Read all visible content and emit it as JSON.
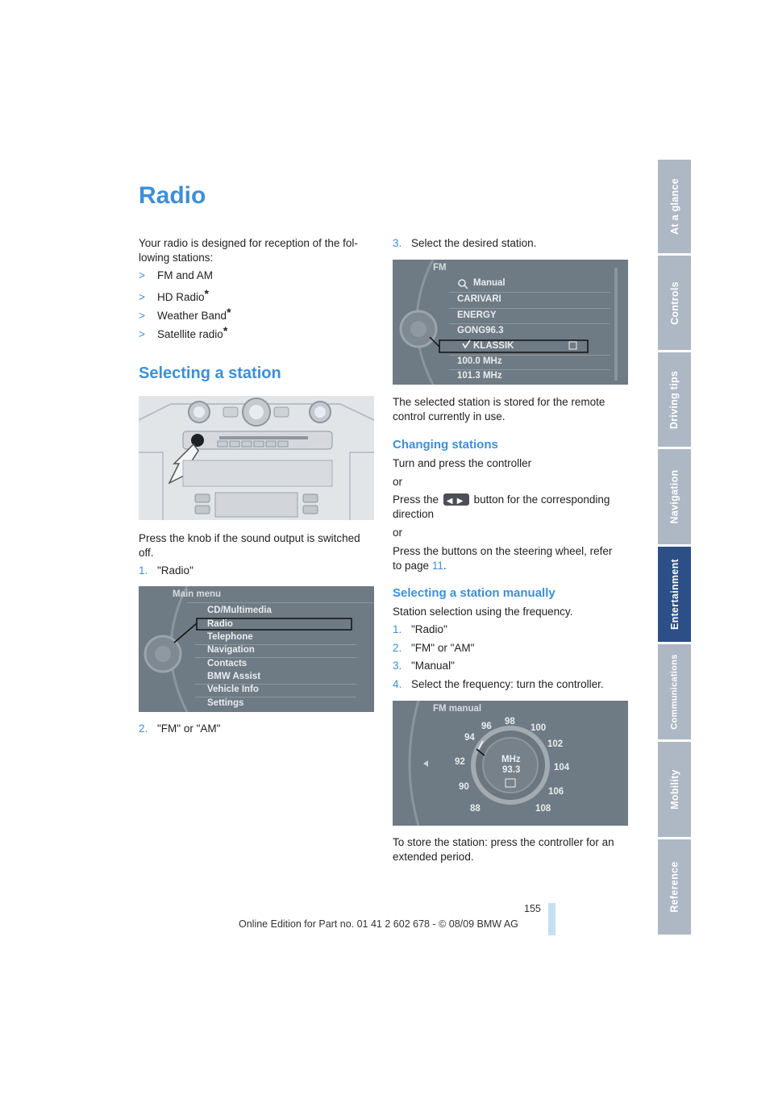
{
  "side_tabs": [
    "At a glance",
    "Controls",
    "Driving tips",
    "Navigation",
    "Entertainment",
    "Communications",
    "Mobility",
    "Reference"
  ],
  "active_tab": "Entertainment",
  "title": "Radio",
  "intro": [
    "Your radio is designed for reception of the fol-",
    "lowing stations:"
  ],
  "station_types": [
    {
      "label": "FM and AM",
      "star": ""
    },
    {
      "label": "HD Radio",
      "star": "*"
    },
    {
      "label": "Weather Band",
      "star": "*"
    },
    {
      "label": "Satellite radio",
      "star": "*"
    }
  ],
  "bullet_marker": ">",
  "section_selecting": "Selecting a station",
  "press_knob": [
    "Press the knob if the sound output is switched",
    "off."
  ],
  "step1": {
    "n": "1.",
    "t": "\"Radio\""
  },
  "step2": {
    "n": "2.",
    "t": "\"FM\" or \"AM\""
  },
  "step3": {
    "n": "3.",
    "t": "Select the desired station."
  },
  "main_menu": {
    "header": "Main menu",
    "items": [
      "CD/Multimedia",
      "Radio",
      "Telephone",
      "Navigation",
      "Contacts",
      "BMW Assist",
      "Vehicle Info",
      "Settings"
    ]
  },
  "fm_list": {
    "header": "FM",
    "items": [
      "Manual",
      "CARIVARI",
      "ENERGY",
      "GONG96.3",
      "KLASSIK",
      "100.0 MHz",
      "101.3 MHz"
    ]
  },
  "stored_note": [
    "The selected station is stored for the remote",
    "control currently in use."
  ],
  "section_changing": "Changing stations",
  "turn_press": "Turn and press the controller",
  "or": "or",
  "press_the": "Press the",
  "button_direction": [
    "button for the corresponding",
    "direction"
  ],
  "steering": [
    "Press the buttons on the steering wheel, refer",
    "to page"
  ],
  "steering_page": "11",
  "section_manual": "Selecting a station manually",
  "freq_selection": "Station selection using the frequency.",
  "manual_steps": [
    {
      "n": "1.",
      "t": "\"Radio\""
    },
    {
      "n": "2.",
      "t": "\"FM\" or \"AM\""
    },
    {
      "n": "3.",
      "t": "\"Manual\""
    },
    {
      "n": "4.",
      "t": "Select the frequency: turn the controller."
    }
  ],
  "fm_manual": {
    "header": "FM manual",
    "unit": "MHz",
    "value": "93.3",
    "ticks": [
      "88",
      "90",
      "92",
      "94",
      "96",
      "98",
      "100",
      "102",
      "104",
      "106",
      "108"
    ]
  },
  "store_note": [
    "To store the station: press the controller for an",
    "extended period."
  ],
  "page_number": "155",
  "footer": "Online Edition for Part no. 01 41 2 602 678 - © 08/09 BMW AG",
  "colors": {
    "accent": "#3d8fd8",
    "tab_active": "#2b4f86",
    "tab_inactive": "#aeb8c4"
  }
}
